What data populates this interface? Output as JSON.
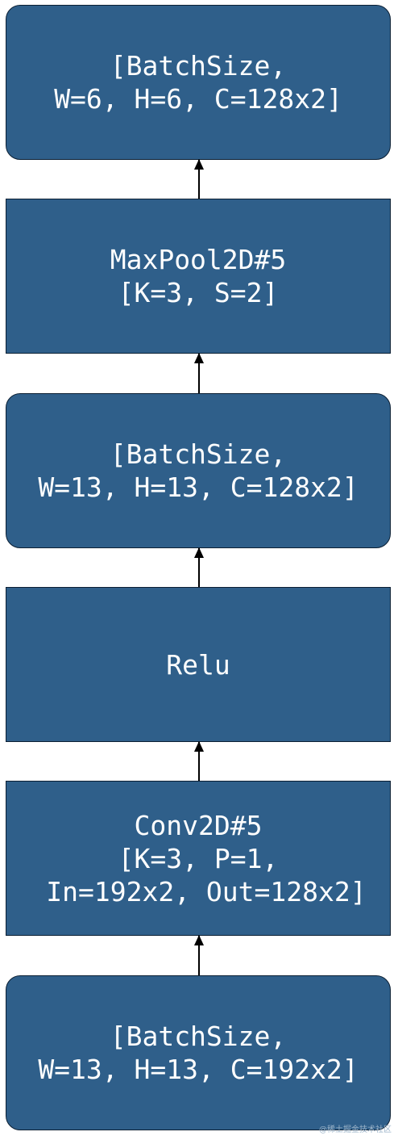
{
  "nodes": {
    "output_tensor": {
      "lines": [
        "[BatchSize,",
        "W=6, H=6, C=128x2]"
      ]
    },
    "maxpool": {
      "lines": [
        "MaxPool2D#5",
        "[K=3, S=2]"
      ]
    },
    "relu_output_tensor": {
      "lines": [
        "[BatchSize,",
        "W=13, H=13, C=128x2]"
      ]
    },
    "relu": {
      "lines": [
        "Relu"
      ]
    },
    "conv": {
      "lines": [
        "Conv2D#5",
        "[K=3, P=1,",
        " In=192x2, Out=128x2]"
      ]
    },
    "input_tensor": {
      "lines": [
        "[BatchSize,",
        "W=13, H=13, C=192x2]"
      ]
    }
  },
  "colors": {
    "node_fill": "#2f5f8a",
    "node_border": "#0b1f33",
    "node_text": "#ffffff",
    "arrow": "#000000"
  },
  "watermark": "@稀土掘金技术社区"
}
